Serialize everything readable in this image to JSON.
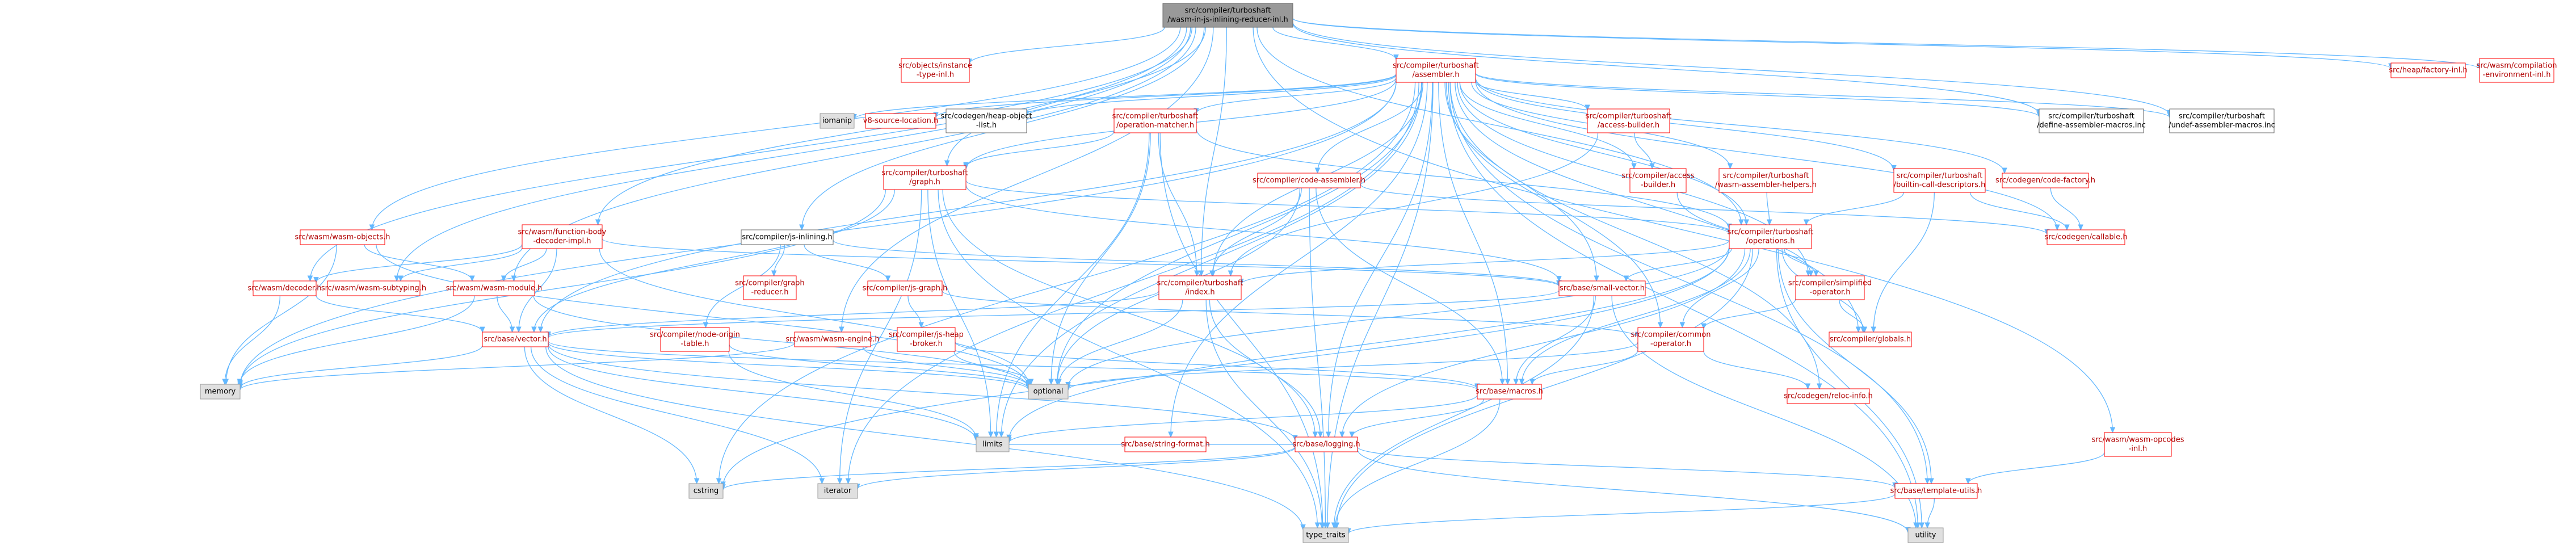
{
  "colors": {
    "edge": "#63b8ff",
    "edge_alt": "#d8d8d8",
    "link_border": "#ff0000",
    "link_text": "#b00000",
    "root_fill": "#999999",
    "gray_fill": "#e0e0e0",
    "gray_border": "#999999"
  },
  "nodes": [
    {
      "id": "root",
      "kind": "root",
      "lines": [
        "src/compiler/turboshaft",
        "/wasm-in-js-inlining-reducer-inl.h"
      ]
    },
    {
      "id": "objects_instance_type_inl",
      "kind": "link",
      "lines": [
        "src/objects/instance",
        "-type-inl.h"
      ]
    },
    {
      "id": "assembler",
      "kind": "link",
      "lines": [
        "src/compiler/turboshaft",
        "/assembler.h"
      ]
    },
    {
      "id": "heap_factory_inl",
      "kind": "link",
      "lines": [
        "src/heap/factory-inl.h"
      ]
    },
    {
      "id": "wasm_compilation_env_inl",
      "kind": "link",
      "lines": [
        "src/wasm/compilation",
        "-environment-inl.h"
      ]
    },
    {
      "id": "iomanip",
      "kind": "std",
      "lines": [
        "iomanip"
      ]
    },
    {
      "id": "v8_source_location",
      "kind": "link",
      "lines": [
        "v8-source-location.h"
      ]
    },
    {
      "id": "codegen_heap_object_list",
      "kind": "plain",
      "lines": [
        "src/codegen/heap-object",
        "-list.h"
      ]
    },
    {
      "id": "operation_matcher",
      "kind": "link",
      "lines": [
        "src/compiler/turboshaft",
        "/operation-matcher.h"
      ]
    },
    {
      "id": "code_assembler",
      "kind": "link",
      "lines": [
        "src/compiler/code-assembler.h"
      ]
    },
    {
      "id": "ts_access_builder",
      "kind": "link",
      "lines": [
        "src/compiler/turboshaft",
        "/access-builder.h"
      ]
    },
    {
      "id": "compiler_access_builder",
      "kind": "link",
      "lines": [
        "src/compiler/access",
        "-builder.h"
      ]
    },
    {
      "id": "wasm_assembler_helpers",
      "kind": "link",
      "lines": [
        "src/compiler/turboshaft",
        "/wasm-assembler-helpers.h"
      ]
    },
    {
      "id": "builtin_call_descriptors",
      "kind": "link",
      "lines": [
        "src/compiler/turboshaft",
        "/builtin-call-descriptors.h"
      ]
    },
    {
      "id": "code_factory",
      "kind": "link",
      "lines": [
        "src/codegen/code-factory.h"
      ]
    },
    {
      "id": "define_assembler_macros",
      "kind": "plain",
      "lines": [
        "src/compiler/turboshaft",
        "/define-assembler-macros.inc"
      ]
    },
    {
      "id": "undef_assembler_macros",
      "kind": "plain",
      "lines": [
        "src/compiler/turboshaft",
        "/undef-assembler-macros.inc"
      ]
    },
    {
      "id": "graph",
      "kind": "link",
      "lines": [
        "src/compiler/turboshaft",
        "/graph.h"
      ]
    },
    {
      "id": "operations",
      "kind": "link",
      "lines": [
        "src/compiler/turboshaft",
        "/operations.h"
      ]
    },
    {
      "id": "codegen_callable",
      "kind": "link",
      "lines": [
        "src/codegen/callable.h"
      ]
    },
    {
      "id": "wasm_objects",
      "kind": "link",
      "lines": [
        "src/wasm/wasm-objects.h"
      ]
    },
    {
      "id": "function_body_decoder_impl",
      "kind": "link",
      "lines": [
        "src/wasm/function-body",
        "-decoder-impl.h"
      ]
    },
    {
      "id": "js_inlining",
      "kind": "plain",
      "lines": [
        "src/compiler/js-inlining.h"
      ]
    },
    {
      "id": "ts_index",
      "kind": "link",
      "lines": [
        "src/compiler/turboshaft",
        "/index.h"
      ]
    },
    {
      "id": "small_vector",
      "kind": "link",
      "lines": [
        "src/base/small-vector.h"
      ]
    },
    {
      "id": "simplified_operator",
      "kind": "link",
      "lines": [
        "src/compiler/simplified",
        "-operator.h"
      ]
    },
    {
      "id": "wasm_decoder",
      "kind": "link",
      "lines": [
        "src/wasm/decoder.h"
      ]
    },
    {
      "id": "wasm_subtyping",
      "kind": "link",
      "lines": [
        "src/wasm/wasm-subtyping.h"
      ]
    },
    {
      "id": "wasm_module",
      "kind": "link",
      "lines": [
        "src/wasm/wasm-module.h"
      ]
    },
    {
      "id": "graph_reducer",
      "kind": "link",
      "lines": [
        "src/compiler/graph",
        "-reducer.h"
      ]
    },
    {
      "id": "js_graph",
      "kind": "link",
      "lines": [
        "src/compiler/js-graph.h"
      ]
    },
    {
      "id": "common_operator",
      "kind": "link",
      "lines": [
        "src/compiler/common",
        "-operator.h"
      ]
    },
    {
      "id": "compiler_globals",
      "kind": "link",
      "lines": [
        "src/compiler/globals.h"
      ]
    },
    {
      "id": "base_vector",
      "kind": "link",
      "lines": [
        "src/base/vector.h"
      ]
    },
    {
      "id": "node_origin_table",
      "kind": "link",
      "lines": [
        "src/compiler/node-origin",
        "-table.h"
      ]
    },
    {
      "id": "wasm_engine",
      "kind": "link",
      "lines": [
        "src/wasm/wasm-engine.h"
      ]
    },
    {
      "id": "js_heap_broker",
      "kind": "link",
      "lines": [
        "src/compiler/js-heap",
        "-broker.h"
      ]
    },
    {
      "id": "memory",
      "kind": "std",
      "lines": [
        "memory"
      ]
    },
    {
      "id": "optional",
      "kind": "std",
      "lines": [
        "optional"
      ]
    },
    {
      "id": "base_macros",
      "kind": "link",
      "lines": [
        "src/base/macros.h"
      ]
    },
    {
      "id": "reloc_info",
      "kind": "link",
      "lines": [
        "src/codegen/reloc-info.h"
      ]
    },
    {
      "id": "string_format",
      "kind": "link",
      "lines": [
        "src/base/string-format.h"
      ]
    },
    {
      "id": "limits",
      "kind": "std",
      "lines": [
        "limits"
      ]
    },
    {
      "id": "wasm_opcodes_inl",
      "kind": "link",
      "lines": [
        "src/wasm/wasm-opcodes",
        "-inl.h"
      ]
    },
    {
      "id": "base_logging",
      "kind": "link",
      "lines": [
        "src/base/logging.h"
      ]
    },
    {
      "id": "cstring",
      "kind": "std",
      "lines": [
        "cstring"
      ]
    },
    {
      "id": "iterator",
      "kind": "std",
      "lines": [
        "iterator"
      ]
    },
    {
      "id": "template_utils",
      "kind": "link",
      "lines": [
        "src/base/template-utils.h"
      ]
    },
    {
      "id": "type_traits",
      "kind": "std",
      "lines": [
        "type_traits"
      ]
    },
    {
      "id": "utility",
      "kind": "std",
      "lines": [
        "utility"
      ]
    }
  ],
  "edges": [
    [
      "root",
      "objects_instance_type_inl"
    ],
    [
      "root",
      "assembler"
    ],
    [
      "root",
      "heap_factory_inl"
    ],
    [
      "root",
      "wasm_compilation_env_inl"
    ],
    [
      "root",
      "wasm_objects"
    ],
    [
      "root",
      "function_body_decoder_impl"
    ],
    [
      "root",
      "js_inlining"
    ],
    [
      "root",
      "ts_index"
    ],
    [
      "root",
      "wasm_decoder"
    ],
    [
      "root",
      "wasm_subtyping"
    ],
    [
      "root",
      "wasm_module"
    ],
    [
      "root",
      "wasm_engine"
    ],
    [
      "root",
      "wasm_opcodes_inl"
    ],
    [
      "root",
      "define_assembler_macros"
    ],
    [
      "root",
      "undef_assembler_macros"
    ],
    [
      "root",
      "operations"
    ],
    [
      "root",
      "graph"
    ],
    [
      "assembler",
      "iomanip"
    ],
    [
      "assembler",
      "v8_source_location"
    ],
    [
      "assembler",
      "codegen_heap_object_list"
    ],
    [
      "assembler",
      "operation_matcher"
    ],
    [
      "assembler",
      "code_assembler"
    ],
    [
      "assembler",
      "ts_access_builder"
    ],
    [
      "assembler",
      "compiler_access_builder"
    ],
    [
      "assembler",
      "wasm_assembler_helpers"
    ],
    [
      "assembler",
      "builtin_call_descriptors"
    ],
    [
      "assembler",
      "code_factory"
    ],
    [
      "assembler",
      "define_assembler_macros"
    ],
    [
      "assembler",
      "undef_assembler_macros"
    ],
    [
      "assembler",
      "graph"
    ],
    [
      "assembler",
      "operations"
    ],
    [
      "assembler",
      "codegen_callable"
    ],
    [
      "assembler",
      "ts_index"
    ],
    [
      "assembler",
      "small_vector"
    ],
    [
      "assembler",
      "simplified_operator"
    ],
    [
      "assembler",
      "base_vector"
    ],
    [
      "assembler",
      "common_operator"
    ],
    [
      "assembler",
      "compiler_globals"
    ],
    [
      "assembler",
      "memory"
    ],
    [
      "assembler",
      "optional"
    ],
    [
      "assembler",
      "base_macros"
    ],
    [
      "assembler",
      "reloc_info"
    ],
    [
      "assembler",
      "string_format"
    ],
    [
      "assembler",
      "limits"
    ],
    [
      "assembler",
      "base_logging"
    ],
    [
      "assembler",
      "cstring"
    ],
    [
      "assembler",
      "iterator"
    ],
    [
      "assembler",
      "template_utils"
    ],
    [
      "assembler",
      "type_traits"
    ],
    [
      "assembler",
      "utility"
    ],
    [
      "operation_matcher",
      "graph"
    ],
    [
      "operation_matcher",
      "operations"
    ],
    [
      "operation_matcher",
      "ts_index"
    ],
    [
      "operation_matcher",
      "limits"
    ],
    [
      "operation_matcher",
      "optional"
    ],
    [
      "operation_matcher",
      "type_traits"
    ],
    [
      "code_assembler",
      "codegen_callable"
    ],
    [
      "code_assembler",
      "base_macros"
    ],
    [
      "code_assembler",
      "optional"
    ],
    [
      "code_assembler",
      "type_traits"
    ],
    [
      "code_assembler",
      "ts_index"
    ],
    [
      "ts_access_builder",
      "compiler_access_builder"
    ],
    [
      "ts_access_builder",
      "ts_index"
    ],
    [
      "wasm_assembler_helpers",
      "operations"
    ],
    [
      "builtin_call_descriptors",
      "operations"
    ],
    [
      "builtin_call_descriptors",
      "compiler_globals"
    ],
    [
      "builtin_call_descriptors",
      "codegen_callable"
    ],
    [
      "code_factory",
      "codegen_callable"
    ],
    [
      "compiler_access_builder",
      "simplified_operator"
    ],
    [
      "graph",
      "operations"
    ],
    [
      "graph",
      "small_vector"
    ],
    [
      "graph",
      "base_vector"
    ],
    [
      "graph",
      "iterator"
    ],
    [
      "graph",
      "limits"
    ],
    [
      "graph",
      "memory"
    ],
    [
      "graph",
      "type_traits"
    ],
    [
      "graph",
      "base_logging"
    ],
    [
      "operations",
      "ts_index"
    ],
    [
      "operations",
      "small_vector"
    ],
    [
      "operations",
      "simplified_operator"
    ],
    [
      "operations",
      "common_operator"
    ],
    [
      "operations",
      "compiler_globals"
    ],
    [
      "operations",
      "base_macros"
    ],
    [
      "operations",
      "template_utils"
    ],
    [
      "operations",
      "cstring"
    ],
    [
      "operations",
      "limits"
    ],
    [
      "operations",
      "optional"
    ],
    [
      "operations",
      "type_traits"
    ],
    [
      "operations",
      "utility"
    ],
    [
      "operations",
      "base_logging"
    ],
    [
      "wasm_objects",
      "wasm_module"
    ],
    [
      "wasm_objects",
      "memory"
    ],
    [
      "wasm_objects",
      "optional"
    ],
    [
      "function_body_decoder_impl",
      "wasm_decoder"
    ],
    [
      "function_body_decoder_impl",
      "wasm_subtyping"
    ],
    [
      "function_body_decoder_impl",
      "wasm_module"
    ],
    [
      "function_body_decoder_impl",
      "small_vector"
    ],
    [
      "function_body_decoder_impl",
      "optional"
    ],
    [
      "function_body_decoder_impl",
      "base_vector"
    ],
    [
      "js_inlining",
      "graph_reducer"
    ],
    [
      "js_inlining",
      "js_graph"
    ],
    [
      "js_inlining",
      "small_vector"
    ],
    [
      "js_inlining",
      "node_origin_table"
    ],
    [
      "ts_index",
      "base_logging"
    ],
    [
      "ts_index",
      "optional"
    ],
    [
      "ts_index",
      "type_traits"
    ],
    [
      "ts_index",
      "base_vector"
    ],
    [
      "small_vector",
      "base_macros"
    ],
    [
      "small_vector",
      "utility"
    ],
    [
      "small_vector",
      "type_traits"
    ],
    [
      "small_vector",
      "base_vector"
    ],
    [
      "simplified_operator",
      "common_operator"
    ],
    [
      "simplified_operator",
      "compiler_globals"
    ],
    [
      "wasm_decoder",
      "base_vector"
    ],
    [
      "wasm_decoder",
      "memory"
    ],
    [
      "wasm_module",
      "base_vector"
    ],
    [
      "wasm_module",
      "memory"
    ],
    [
      "wasm_module",
      "optional"
    ],
    [
      "js_graph",
      "js_heap_broker"
    ],
    [
      "js_graph",
      "common_operator"
    ],
    [
      "common_operator",
      "base_macros"
    ],
    [
      "common_operator",
      "optional"
    ],
    [
      "common_operator",
      "reloc_info"
    ],
    [
      "base_vector",
      "memory"
    ],
    [
      "base_vector",
      "optional"
    ],
    [
      "base_vector",
      "base_logging"
    ],
    [
      "base_vector",
      "base_macros"
    ],
    [
      "base_vector",
      "type_traits"
    ],
    [
      "base_vector",
      "cstring"
    ],
    [
      "base_vector",
      "iterator"
    ],
    [
      "base_vector",
      "limits"
    ],
    [
      "node_origin_table",
      "optional"
    ],
    [
      "node_origin_table",
      "limits"
    ],
    [
      "wasm_engine",
      "optional"
    ],
    [
      "wasm_engine",
      "memory"
    ],
    [
      "js_heap_broker",
      "optional"
    ],
    [
      "js_heap_broker",
      "base_macros"
    ],
    [
      "base_macros",
      "base_logging"
    ],
    [
      "base_macros",
      "limits"
    ],
    [
      "base_macros",
      "type_traits"
    ],
    [
      "string_format",
      "base_logging"
    ],
    [
      "string_format",
      "limits"
    ],
    [
      "wasm_opcodes_inl",
      "template_utils"
    ],
    [
      "base_logging",
      "cstring"
    ],
    [
      "base_logging",
      "iterator"
    ],
    [
      "base_logging",
      "template_utils"
    ],
    [
      "base_logging",
      "utility"
    ],
    [
      "template_utils",
      "type_traits"
    ],
    [
      "template_utils",
      "utility"
    ]
  ]
}
